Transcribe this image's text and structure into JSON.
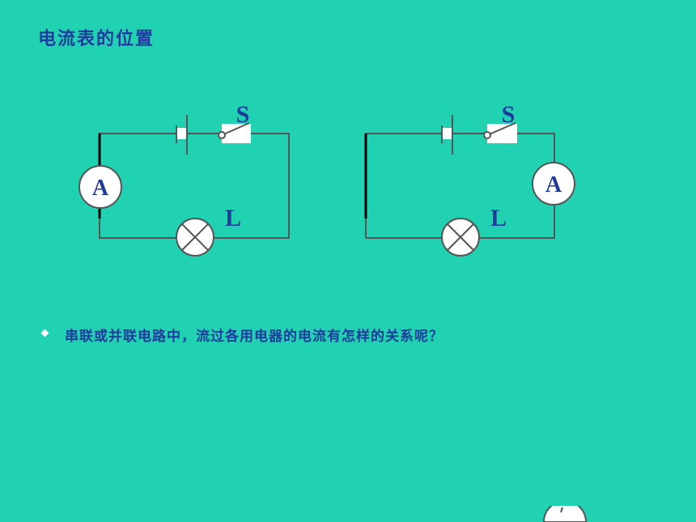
{
  "title": "电流表的位置",
  "circuits": [
    {
      "ammeter_label": "A",
      "switch_label": "S",
      "lamp_label": "L"
    },
    {
      "ammeter_label": "A",
      "switch_label": "S",
      "lamp_label": "L"
    }
  ],
  "question": "串联或并联电路中，流过各用电器的电流有怎样的关系呢？",
  "colors": {
    "background": "#20d2b2",
    "text": "#1f3b9e",
    "wire": "#555555"
  }
}
